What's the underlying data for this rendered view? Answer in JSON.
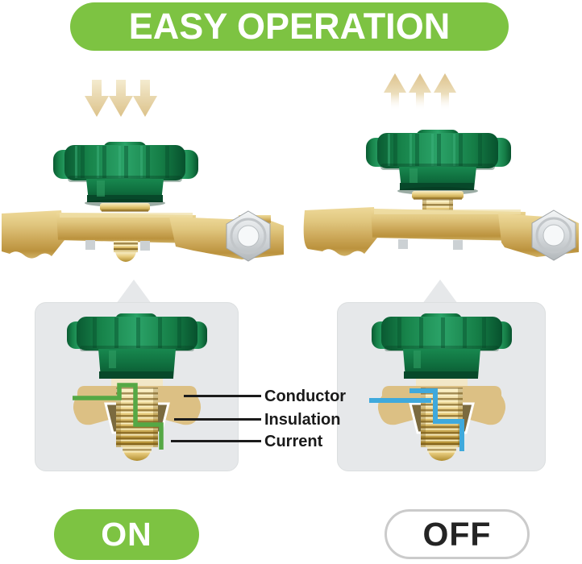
{
  "header": {
    "title": "EASY OPERATION"
  },
  "diagram": {
    "left_unit": {
      "state": "ON",
      "knob_position": "pressed-down",
      "arrow_direction": "down"
    },
    "right_unit": {
      "state": "OFF",
      "knob_position": "lifted-up",
      "arrow_direction": "up"
    },
    "callouts": {
      "items": [
        {
          "label": "Conductor"
        },
        {
          "label": "Insulation"
        },
        {
          "label": "Current"
        }
      ]
    }
  },
  "footer": {
    "on_label": "ON",
    "off_label": "OFF"
  },
  "colors": {
    "accent_green": "#7dc342",
    "knob_green": "#157d46",
    "current_on_green": "#55a845",
    "current_off_blue": "#3fa9dc",
    "arrow_tan": "#e0cb97",
    "brass": "#cda95a",
    "conductor_tan": "#dcc084",
    "insulation_brown": "#7b6a3f",
    "panel_gray": "#e6e8ea",
    "nut_silver": "#d6dadd",
    "label_black": "#1a1a1a",
    "off_border_gray": "#cbcbcb"
  }
}
